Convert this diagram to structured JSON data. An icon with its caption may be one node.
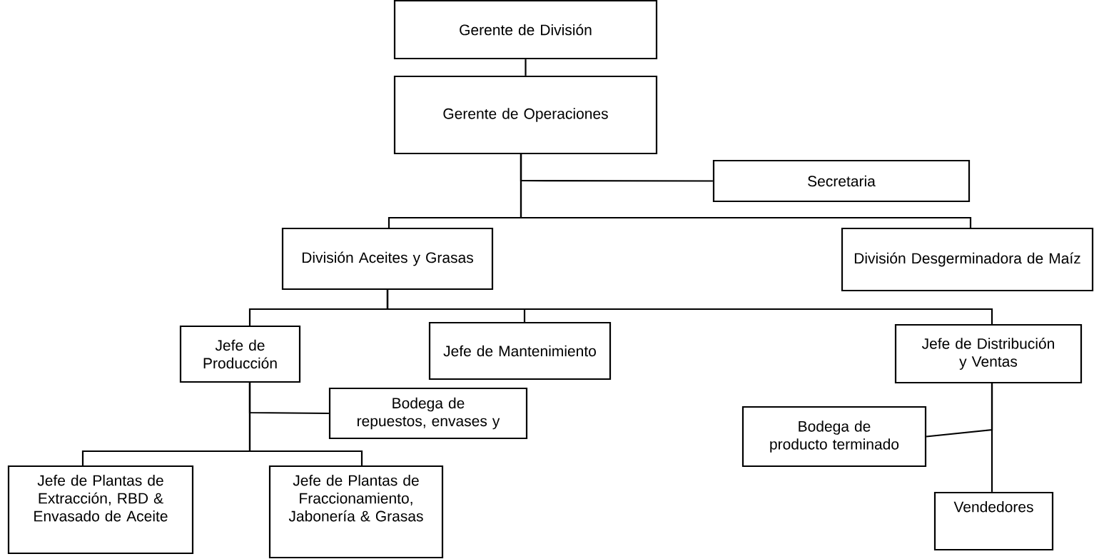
{
  "diagram": {
    "nodes": [
      {
        "text": [
          "Gerente de División"
        ]
      },
      {
        "text": [
          "Gerente de Operaciones"
        ]
      },
      {
        "text": [
          "Secretaria"
        ]
      },
      {
        "text": [
          "División Aceites y Grasas"
        ]
      },
      {
        "text": [
          "División Desgerminadora de Maíz"
        ]
      },
      {
        "text": [
          "Jefe de Producción"
        ]
      },
      {
        "text": [
          "Jefe de Mantenimiento"
        ]
      },
      {
        "text": [
          "Jefe de Distribución y Ventas"
        ]
      },
      {
        "text": [
          "Bodega de repuestos, envases y"
        ]
      },
      {
        "text": [
          "Jefe de Plantas de Extracción, RBD & Envasado de Aceite"
        ]
      },
      {
        "text": [
          "Jefe de Plantas de Fraccionamiento, Jabonería & Grasas"
        ]
      },
      {
        "text": [
          "Bodega de producto terminado"
        ]
      },
      {
        "text": [
          "Vendedores"
        ]
      }
    ],
    "edges": [
      {
        "from": 0,
        "to": 1,
        "arrow": "none"
      },
      {
        "from": 1,
        "to": 2,
        "arrow": "none"
      },
      {
        "from": 1,
        "to": 3,
        "arrow": "none"
      },
      {
        "from": 1,
        "to": 4,
        "arrow": "none"
      },
      {
        "from": 3,
        "to": 5,
        "arrow": "none"
      },
      {
        "from": 3,
        "to": 6,
        "arrow": "none"
      },
      {
        "from": 3,
        "to": 7,
        "arrow": "none"
      },
      {
        "from": 5,
        "to": 8,
        "arrow": "none"
      },
      {
        "from": 5,
        "to": 9,
        "arrow": "none"
      },
      {
        "from": 5,
        "to": 10,
        "arrow": "none"
      },
      {
        "from": 7,
        "to": 11,
        "arrow": "none"
      },
      {
        "from": 7,
        "to": 12,
        "arrow": "none"
      }
    ]
  }
}
